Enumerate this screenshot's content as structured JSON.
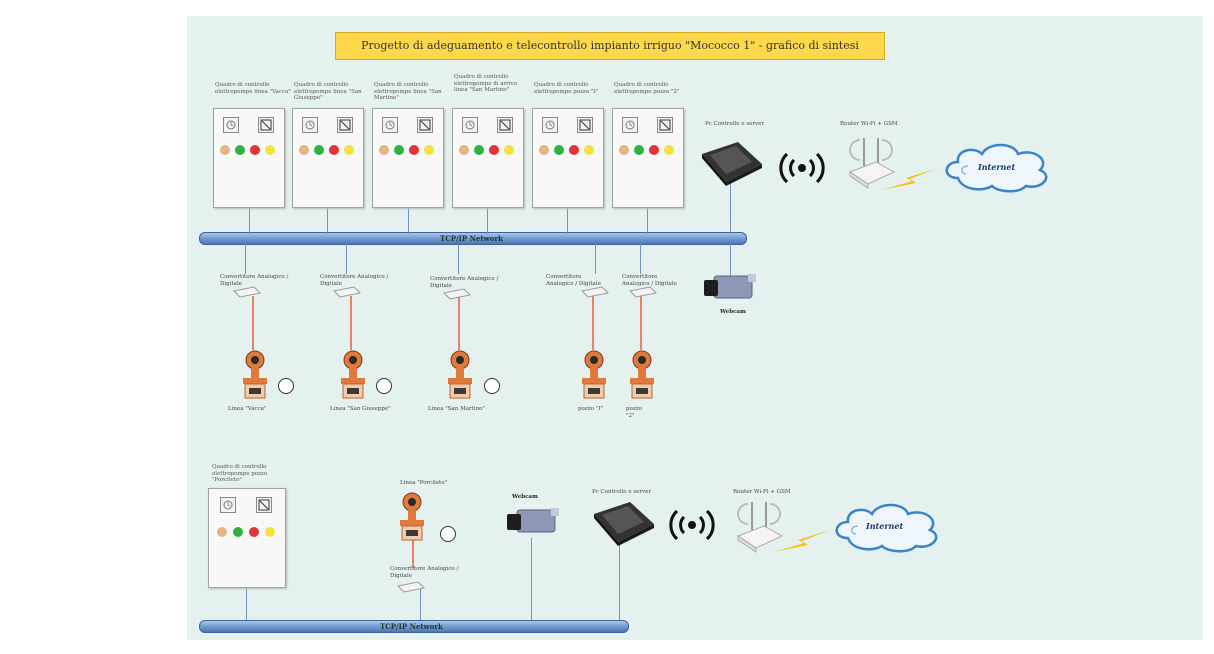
{
  "title": "Progetto di adeguamento e telecontrollo impianto irriguo \"Mococco 1\" - grafico di sintesi",
  "networks": {
    "top_label": "TCP/IP Network",
    "bottom_label": "TCP/IP Network"
  },
  "top_panels": [
    "Quadro di controllo elettropompe linea \"Vacca\"",
    "Quadro di controllo elettropompe linea \"San Giuseppe\"",
    "Quadro di controllo elettropompe linea \"San Martino\"",
    "Quadro di controllo elettropompe di arrivo linea \"San Martino\"",
    "Quadro di controllo elettropompe pozzo \"I\"",
    "Quadro di controllo elettropompe pozzo \"2\""
  ],
  "top_devices": {
    "pc_label": "Pc Controllo e server",
    "router_label": "Router Wi-Fi + GSM",
    "internet_label": "Internet",
    "webcam_label": "Webcam"
  },
  "converters": [
    "Convertitore Analogico / Digitale",
    "Convertitore Analogico / Digitale",
    "Convertitore Analogico / Digitale",
    "Convertitore Analogico / Digitale",
    "Convertitore Analogico / Digitale"
  ],
  "meters": [
    "Linea \"Vacca\"",
    "Linea \"San Giuseppe\"",
    "Linea \"San Martino\"",
    "pozzo \"I\"",
    "pozzo \"2\""
  ],
  "bottom": {
    "panel_label": "Quadro di controllo elettropompe pozzo \"Porcileto\"",
    "meter_label": "Linea \"Porcileto\"",
    "converter_label": "Convertitore Analogico / Digitale",
    "webcam_label": "Webcam",
    "pc_label": "Pc Controllo e server",
    "router_label": "Router Wi-Fi + GSM",
    "internet_label": "Internet"
  },
  "colors": {
    "background": "#e4f1ee",
    "title_bg": "#fcd84a",
    "bus": "#6d98cf",
    "signal_line": "#e9806a",
    "lightning": "#f2c21a"
  },
  "button_colors": [
    "#e3b684",
    "#2fb13c",
    "#e2323a",
    "#f0e33a"
  ]
}
